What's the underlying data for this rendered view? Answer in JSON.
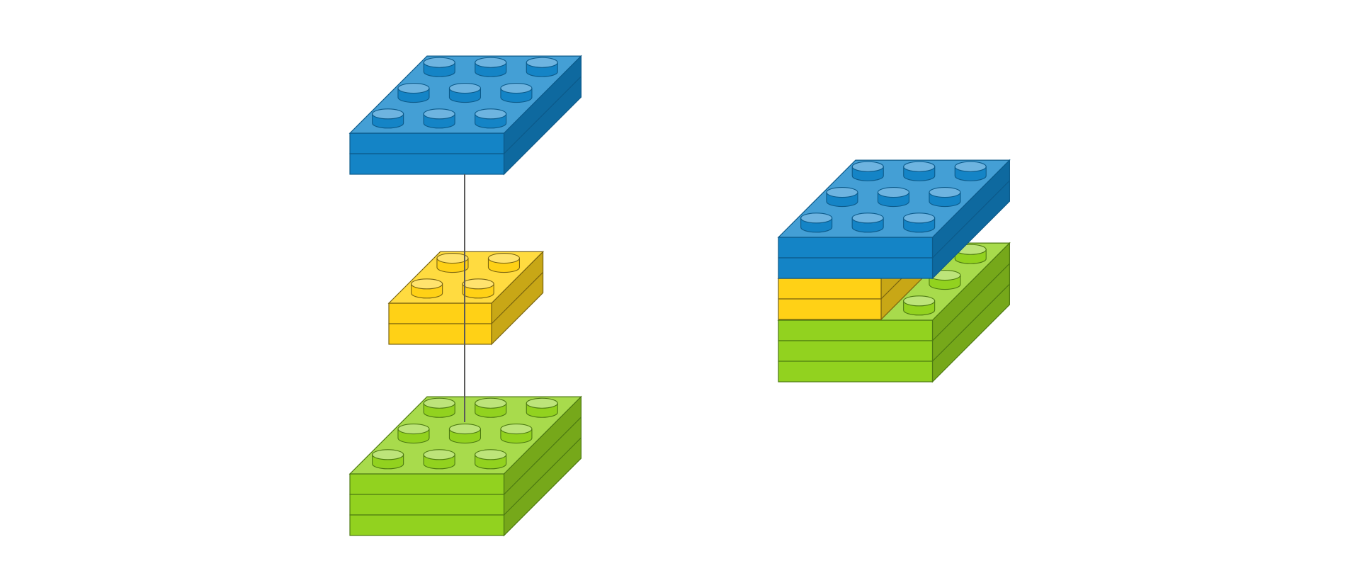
{
  "diagram": {
    "colors": {
      "blue": {
        "face": "#1484c6",
        "top": "#449fd5",
        "side": "#0e699f",
        "stud_top": "#6eb4e0",
        "stroke": "#0c5a8a"
      },
      "yellow": {
        "face": "#ffd116",
        "top": "#ffdb40",
        "side": "#c8a716",
        "stud_top": "#ffe36e",
        "stroke": "#7a6410"
      },
      "green": {
        "face": "#92d21f",
        "top": "#a8db4c",
        "side": "#76a81a",
        "stud_top": "#bde47a",
        "stroke": "#4d7a12"
      },
      "connector": "#5a5a5a"
    },
    "exploded_view": {
      "bricks": [
        {
          "name": "blue-brick",
          "color": "blue",
          "studs_wide": 3,
          "studs_deep": 3,
          "layers": 2
        },
        {
          "name": "yellow-brick",
          "color": "yellow",
          "studs_wide": 2,
          "studs_deep": 2,
          "layers": 2
        },
        {
          "name": "green-brick",
          "color": "green",
          "studs_wide": 3,
          "studs_deep": 3,
          "layers": 3
        }
      ],
      "connector_line": true
    },
    "assembled_view": {
      "bricks": [
        {
          "name": "green-brick",
          "color": "green",
          "studs_wide": 3,
          "studs_deep": 3,
          "layers": 3
        },
        {
          "name": "yellow-brick",
          "color": "yellow",
          "studs_wide": 2,
          "studs_deep": 2,
          "layers": 2
        },
        {
          "name": "blue-brick",
          "color": "blue",
          "studs_wide": 3,
          "studs_deep": 3,
          "layers": 2
        }
      ]
    }
  }
}
